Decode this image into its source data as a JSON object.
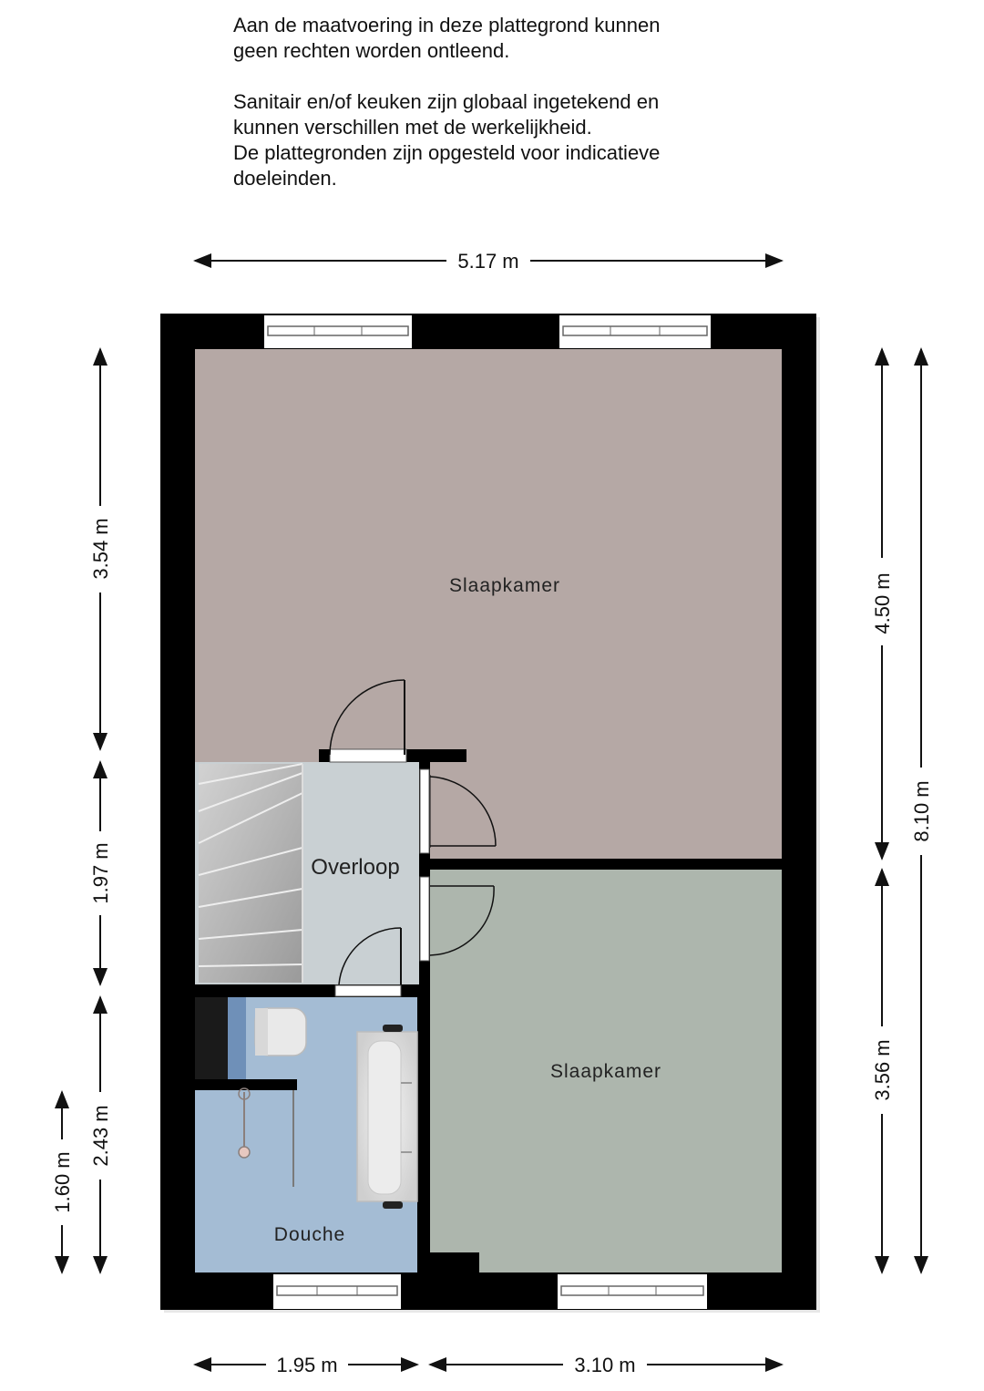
{
  "disclaimer": {
    "paragraphs": [
      [
        "Aan de maatvoering in deze  plattegrond kunnen",
        "geen rechten worden ontleend."
      ],
      [
        "Sanitair en/of keuken zijn globaal ingetekend en",
        "kunnen verschillen met de werkelijkheid.",
        "De plattegronden zijn opgesteld voor indicatieve",
        "doeleinden."
      ]
    ]
  },
  "rooms": {
    "bedroom_top": "Slaapkamer",
    "bedroom_bottom": "Slaapkamer",
    "landing": "Overloop",
    "shower": "Douche"
  },
  "dimensions": {
    "top_width": "5.17 m",
    "left_upper": "3.54 m",
    "left_middle": "1.97 m",
    "left_lower": "2.43 m",
    "left_outer": "1.60 m",
    "right_upper": "4.50 m",
    "right_lower": "3.56 m",
    "right_total": "8.10 m",
    "bottom_left": "1.95 m",
    "bottom_right": "3.10 m"
  },
  "colors": {
    "wall": "#000000",
    "bedroom_top": "#b5a8a5",
    "bedroom_bottom": "#adb6ad",
    "landing": "#c9d0d3",
    "shower": "#a4bcd4"
  }
}
